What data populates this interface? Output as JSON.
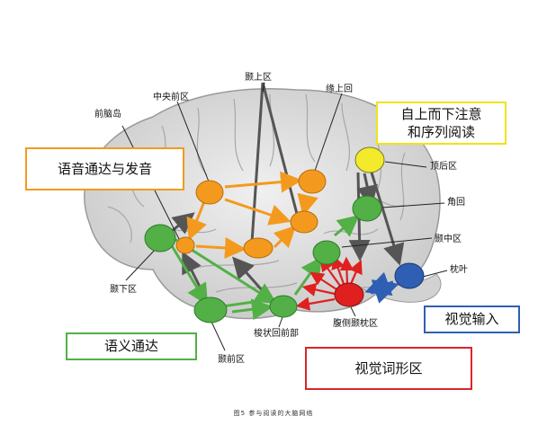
{
  "regions": {
    "insula": "前脑岛",
    "precentral": "中央前区",
    "supramarginal": "颞上区",
    "marginal_gyrus": "缘上回",
    "parietal_top": "顶后区",
    "angular": "角回",
    "temporal_mid": "颞中区",
    "occipital": "枕叶",
    "ventral_occipitotemporal": "腹侧颞枕区",
    "anterior_fusiform": "梭状回前部",
    "temporal_front": "颞前区",
    "inferior_frontal": "颞下区"
  },
  "boxes": {
    "phonology": "语音通达与发音",
    "top_down": [
      "自上而下注意",
      "和序列阅读"
    ],
    "semantic": "语义通达",
    "visual_input": "视觉输入",
    "visual_word_form": "视觉词形区"
  },
  "caption": "图5 参与阅读的大脑网络",
  "colors": {
    "orange": "#f39a1e",
    "green": "#52b046",
    "yellow": "#f2ea2a",
    "blue": "#2f5fb3",
    "red": "#e0201e",
    "gray_arrow": "#555555",
    "box_orange": "#f39a1e",
    "box_yellow": "#f2e21a",
    "box_green": "#52b046",
    "box_blue": "#2f5fb3",
    "box_red": "#d8262a"
  }
}
